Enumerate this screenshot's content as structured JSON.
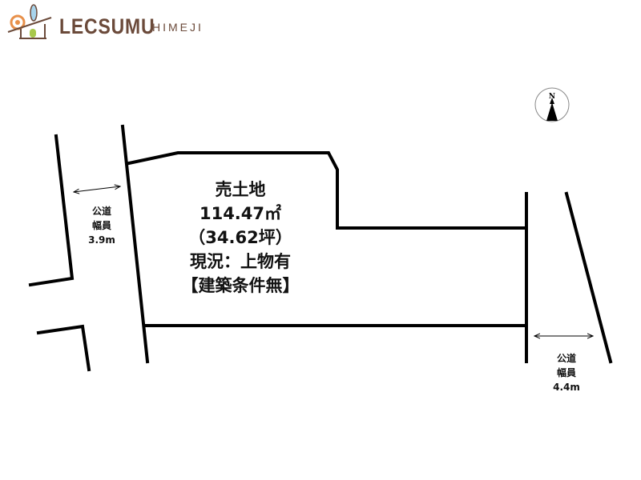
{
  "logo": {
    "brand": "LECSUMU",
    "city": "HIMEJI"
  },
  "compass": {
    "label": "N"
  },
  "plot": {
    "title": "売土地",
    "area_sqm": "114.47㎡",
    "area_tsubo": "（34.62坪）",
    "status": "現況：上物有",
    "condition": "【建築条件無】"
  },
  "roads": [
    {
      "type": "公道",
      "width_label": "幅員",
      "width": "3.9m"
    },
    {
      "type": "公道",
      "width_label": "幅員",
      "width": "4.4m"
    }
  ]
}
